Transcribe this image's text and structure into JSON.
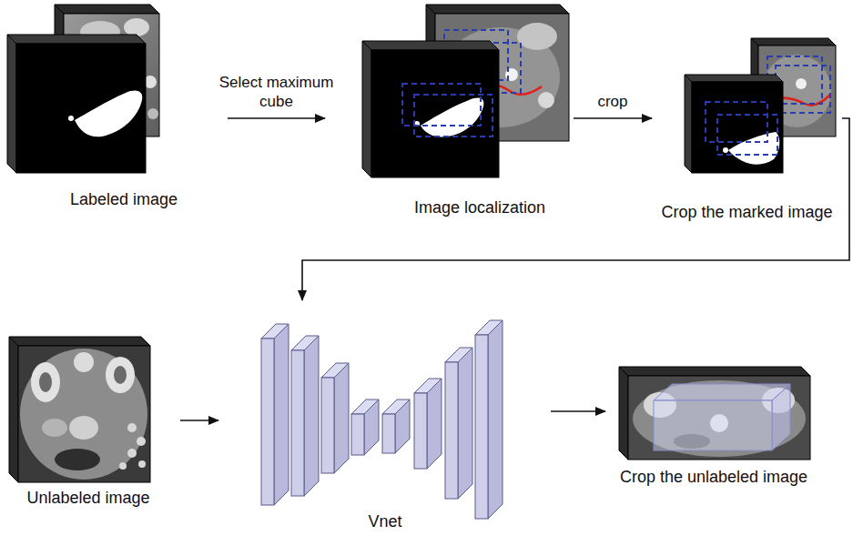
{
  "diagram": {
    "nodes": [
      {
        "text": [
          "Labeled image"
        ]
      },
      {
        "text": [
          "Image localization"
        ]
      },
      {
        "text": [
          "Crop the marked image"
        ]
      },
      {
        "text": [
          "Unlabeled image"
        ]
      },
      {
        "text": [
          "Vnet"
        ]
      },
      {
        "text": [
          "Crop the unlabeled image"
        ]
      }
    ],
    "edges": [
      {
        "from": 0,
        "to": 1,
        "arrow": "to",
        "label": "Select maximum cube"
      },
      {
        "from": 1,
        "to": 2,
        "arrow": "to",
        "label": "crop"
      },
      {
        "from": 2,
        "to": 4,
        "arrow": "to"
      },
      {
        "from": 3,
        "to": 4,
        "arrow": "to"
      },
      {
        "from": 4,
        "to": 5,
        "arrow": "to"
      }
    ]
  }
}
